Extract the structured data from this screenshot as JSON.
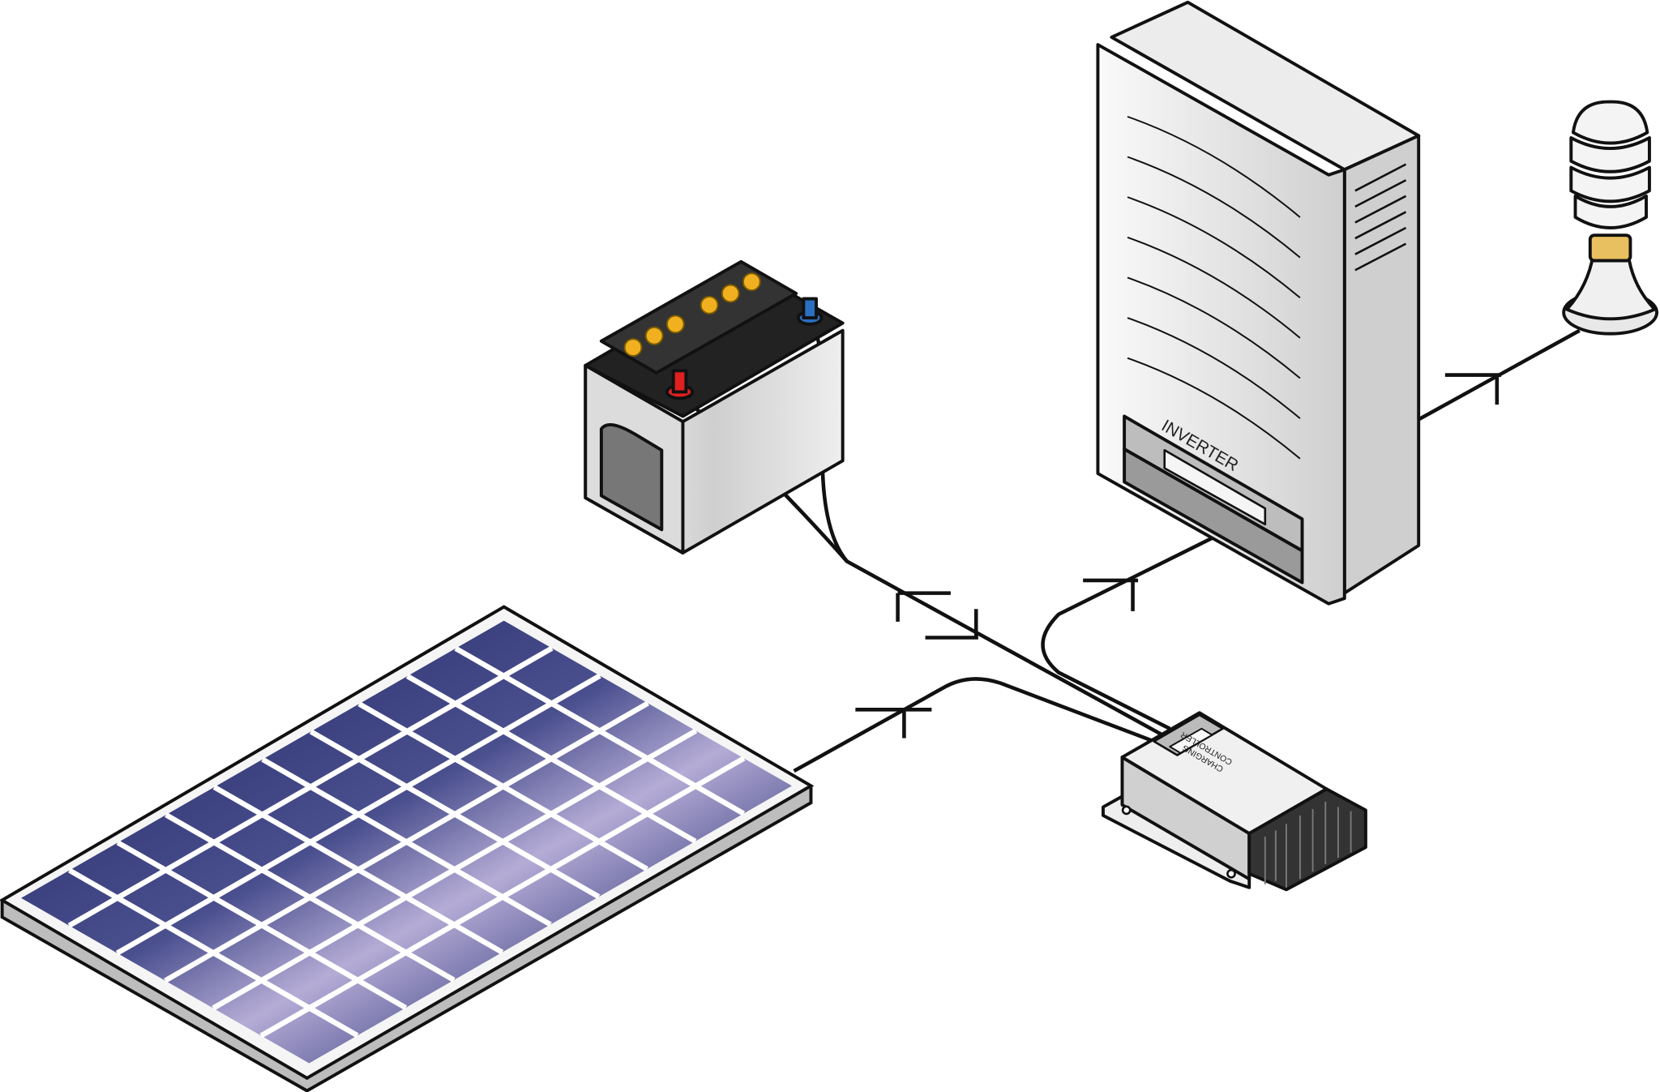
{
  "diagram": {
    "components": {
      "solar_panel": {
        "label": ""
      },
      "battery": {
        "label": ""
      },
      "inverter": {
        "label": "INVERTER"
      },
      "charging_controller": {
        "label_line1": "CHARGING",
        "label_line2": "CONTROLLER"
      },
      "light_bulb": {
        "label": ""
      }
    },
    "colors": {
      "panel_cell": "#2a2f6e",
      "panel_highlight": "#b5acd6",
      "battery_positive": "#e02020",
      "battery_negative": "#2a6fc0",
      "battery_caps": "#f0b020",
      "housing": "#e6e6e6",
      "outline": "#111111"
    }
  }
}
